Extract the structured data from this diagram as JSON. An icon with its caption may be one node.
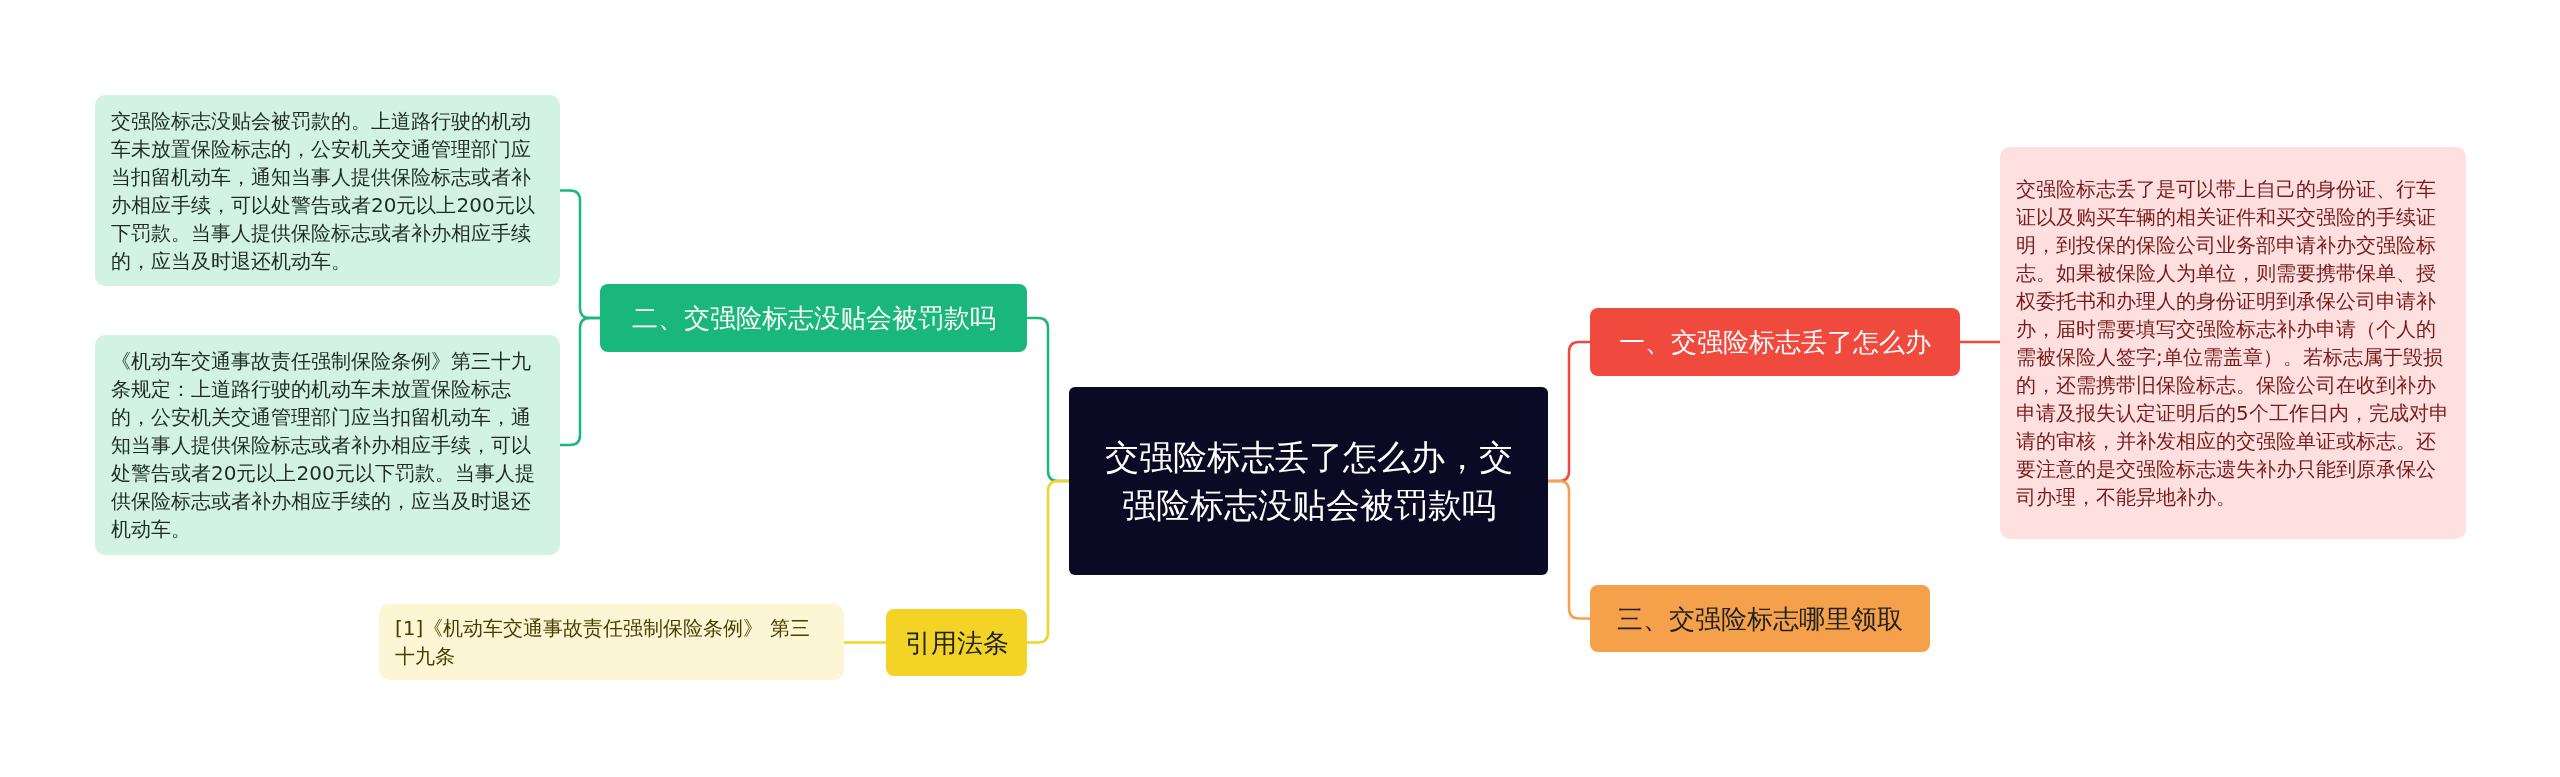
{
  "diagram": {
    "nodes": [
      {
        "text": [
          "交强险标志丢了怎么办，交强险标志没贴会被罚款吗"
        ]
      },
      {
        "text": [
          "一、交强险标志丢了怎么办"
        ]
      },
      {
        "text": [
          "交强险标志丢了是可以带上自己的身份证、行车证以及购买车辆的相关证件和买交强险的手续证明，到投保的保险公司业务部申请补办交强险标志。如果被保险人为单位，则需要携带保单、授权委托书和办理人的身份证明到承保公司申请补办，届时需要填写交强险标志补办申请（个人的需被保险人签字;单位需盖章）。若标志属于毁损的，还需携带旧保险标志。保险公司在收到补办申请及报失认定证明后的5个工作日内，完成对申请的审核，并补发相应的交强险单证或标志。还要注意的是交强险标志遗失补办只能到原承保公司办理，不能异地补办。"
        ]
      },
      {
        "text": [
          "三、交强险标志哪里领取"
        ]
      },
      {
        "text": [
          "二、交强险标志没贴会被罚款吗"
        ]
      },
      {
        "text": [
          "交强险标志没贴会被罚款的。上道路行驶的机动车未放置保险标志的，公安机关交通管理部门应当扣留机动车，通知当事人提供保险标志或者补办相应手续，可以处警告或者20元以上200元以下罚款。当事人提供保险标志或者补办相应手续的，应当及时退还机动车。"
        ]
      },
      {
        "text": [
          "《机动车交通事故责任强制保险条例》第三十九条规定：上道路行驶的机动车未放置保险标志的，公安机关交通管理部门应当扣留机动车，通知当事人提供保险标志或者补办相应手续，可以处警告或者20元以上200元以下罚款。当事人提供保险标志或者补办相应手续的，应当及时退还机动车。"
        ]
      },
      {
        "text": [
          "引用法条"
        ]
      },
      {
        "text": [
          "[1]《机动车交通事故责任强制保险条例》 第三十九条"
        ]
      }
    ],
    "edges": [
      {
        "from": 0,
        "to": 1,
        "arrow": "none",
        "color": "#ef4a3d"
      },
      {
        "from": 1,
        "to": 2,
        "arrow": "none",
        "color": "#ef4a3d"
      },
      {
        "from": 0,
        "to": 3,
        "arrow": "none",
        "color": "#f5a04a"
      },
      {
        "from": 0,
        "to": 4,
        "arrow": "none",
        "color": "#1ab77c"
      },
      {
        "from": 4,
        "to": 5,
        "arrow": "none",
        "color": "#1ab77c"
      },
      {
        "from": 4,
        "to": 6,
        "arrow": "none",
        "color": "#1ab77c"
      },
      {
        "from": 0,
        "to": 7,
        "arrow": "none",
        "color": "#f2d326"
      },
      {
        "from": 7,
        "to": 8,
        "arrow": "none",
        "color": "#f2d326"
      }
    ]
  }
}
